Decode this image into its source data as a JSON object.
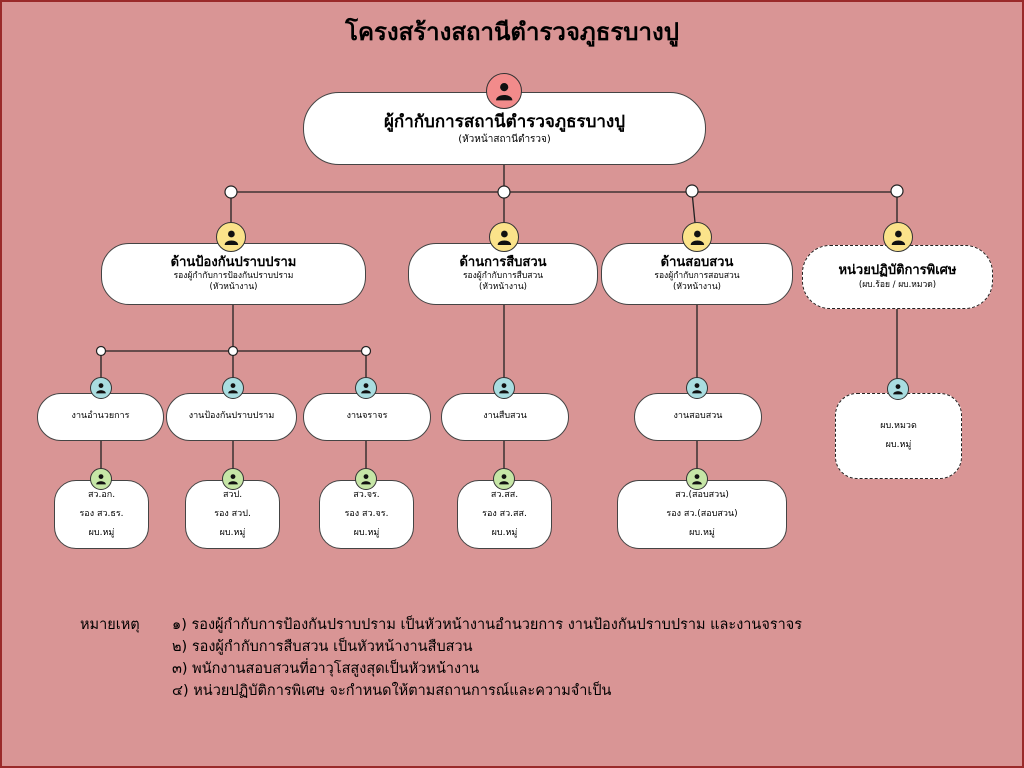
{
  "title": "โครงสร้างสถานีตำรวจภูธรบางปู",
  "root": {
    "name": "ผู้กำกับการสถานีตำรวจภูธรบางปู",
    "sub": "(หัวหน้าสถานีตำรวจ)"
  },
  "branches": [
    {
      "name": "ด้านป้องกันปราบปราม",
      "line1": "รองผู้กำกับการป้องกันปราบปราม",
      "line2": "(หัวหน้างาน)"
    },
    {
      "name": "ด้านการสืบสวน",
      "line1": "รองผู้กำกับการสืบสวน",
      "line2": "(หัวหน้างาน)"
    },
    {
      "name": "ด้านสอบสวน",
      "line1": "รองผู้กำกับการสอบสวน",
      "line2": "(หัวหน้างาน)"
    },
    {
      "name": "หน่วยปฏิบัติการพิเศษ",
      "line1": "(ผบ.ร้อย / ผบ.หมวด)"
    }
  ],
  "units": [
    {
      "name": "งานอำนวยการ",
      "staff": [
        "สว.อก.",
        "รอง สว.ธร.",
        "ผบ.หมู่"
      ]
    },
    {
      "name": "งานป้องกันปราบปราม",
      "staff": [
        "สวป.",
        "รอง สวป.",
        "ผบ.หมู่"
      ]
    },
    {
      "name": "งานจราจร",
      "staff": [
        "สว.จร.",
        "รอง สว.จร.",
        "ผบ.หมู่"
      ]
    },
    {
      "name": "งานสืบสวน",
      "staff": [
        "สว.สส.",
        "รอง สว.สส.",
        "ผบ.หมู่"
      ]
    },
    {
      "name": "งานสอบสวน",
      "staff": [
        "สว.(สอบสวน)",
        "รอง สว.(สอบสวน)",
        "ผบ.หมู่"
      ]
    }
  ],
  "special_unit": {
    "staff": [
      "ผบ.หมวด",
      "ผบ.หมู่"
    ]
  },
  "notes": {
    "label": "หมายเหตุ",
    "items": [
      "๑) รองผู้กำกับการป้องกันปราบปราม เป็นหัวหน้างานอำนวยการ งานป้องกันปราบปราม และงานจราจร",
      "๒) รองผู้กำกับการสืบสวน เป็นหัวหน้างานสืบสวน",
      "๓) พนักงานสอบสวนที่อาวุโสสูงสุดเป็นหัวหน้างาน",
      "๔) หน่วยปฏิบัติการพิเศษ จะกำหนดให้ตามสถานการณ์และความจำเป็น"
    ]
  },
  "colors": {
    "background": "#d99595",
    "root_icon": "#f28b8b",
    "branch_icon": "#fbe38a",
    "unit_icon": "#a9dde0",
    "staff_icon": "#c6e6a6"
  },
  "icons": {
    "person": "person-icon"
  }
}
